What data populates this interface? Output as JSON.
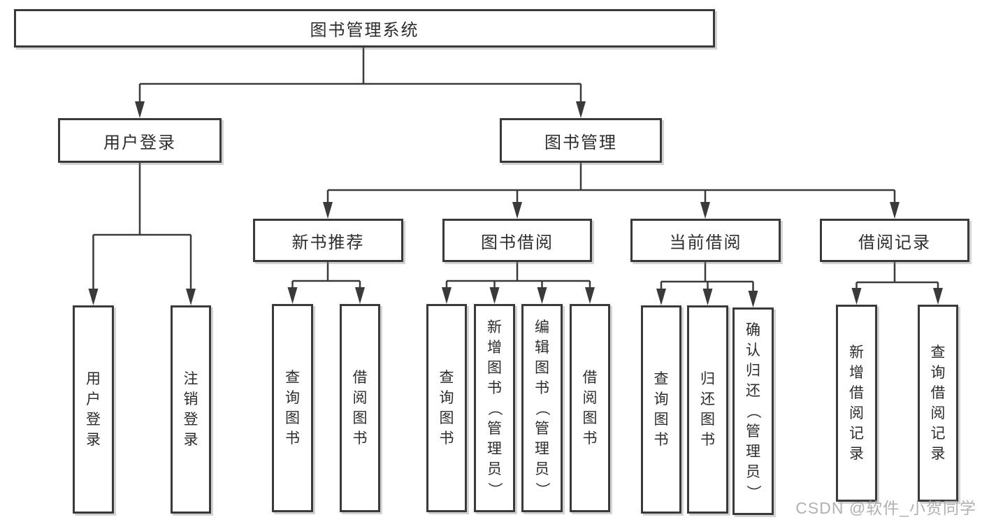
{
  "colors": {
    "line": "#3a3a3a",
    "text": "#2d2d2d",
    "box_background": "#ffffff",
    "watermark": "#a8a8a8",
    "background": "#ffffff"
  },
  "watermark": "CSDN @软件_小贺同学",
  "tree": {
    "label": "图书管理系统",
    "children": [
      {
        "label": "用户登录",
        "children": [
          {
            "label": "用户登录"
          },
          {
            "label": "注销登录"
          }
        ]
      },
      {
        "label": "图书管理",
        "children": [
          {
            "label": "新书推荐",
            "children": [
              {
                "label": "查询图书"
              },
              {
                "label": "借阅图书"
              }
            ]
          },
          {
            "label": "图书借阅",
            "children": [
              {
                "label": "查询图书"
              },
              {
                "label": "新增图书（管理员）"
              },
              {
                "label": "编辑图书（管理员）"
              },
              {
                "label": "借阅图书"
              }
            ]
          },
          {
            "label": "当前借阅",
            "children": [
              {
                "label": "查询图书"
              },
              {
                "label": "归还图书"
              },
              {
                "label": "确认归还（管理员）"
              }
            ]
          },
          {
            "label": "借阅记录",
            "children": [
              {
                "label": "新增借阅记录"
              },
              {
                "label": "查询借阅记录"
              }
            ]
          }
        ]
      }
    ]
  }
}
